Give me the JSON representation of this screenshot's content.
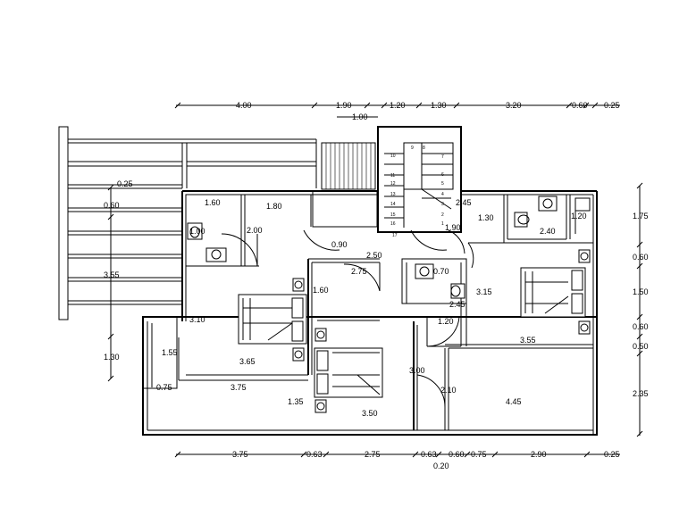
{
  "dimensions": {
    "top": [
      "4.00",
      "1.90",
      "1.20",
      "1.30",
      "3.20",
      "0.60",
      "0.25"
    ],
    "top_sub": "1.00",
    "bottom": [
      "3.75",
      "0.63",
      "2.75",
      "0.63",
      "0.60",
      "0.75",
      "2.90",
      "0.25"
    ],
    "bottom_sub": "0.20",
    "right": [
      "1.75",
      "0.60",
      "1.50",
      "0.60",
      "0.50",
      "2.35"
    ],
    "left": [
      "0.25",
      "0.60",
      "3.55",
      "1.30"
    ],
    "interior": [
      "1.60",
      "1.80",
      "2.00",
      "1.00",
      "2.45",
      "1.30",
      "1.20",
      "0.90",
      "1.90",
      "2.40",
      "2.50",
      "2.75",
      "0.70",
      "1.60",
      "3.10",
      "3.15",
      "2.45",
      "1.20",
      "3.65",
      "1.55",
      "0.75",
      "3.75",
      "3.55",
      "3.00",
      "2.10",
      "1.35",
      "3.50",
      "4.45"
    ]
  },
  "stair_steps": [
    "10",
    "9",
    "8",
    "7",
    "11",
    "6",
    "12",
    "5",
    "13",
    "4",
    "14",
    "3",
    "15",
    "2",
    "16",
    "1",
    "17"
  ]
}
